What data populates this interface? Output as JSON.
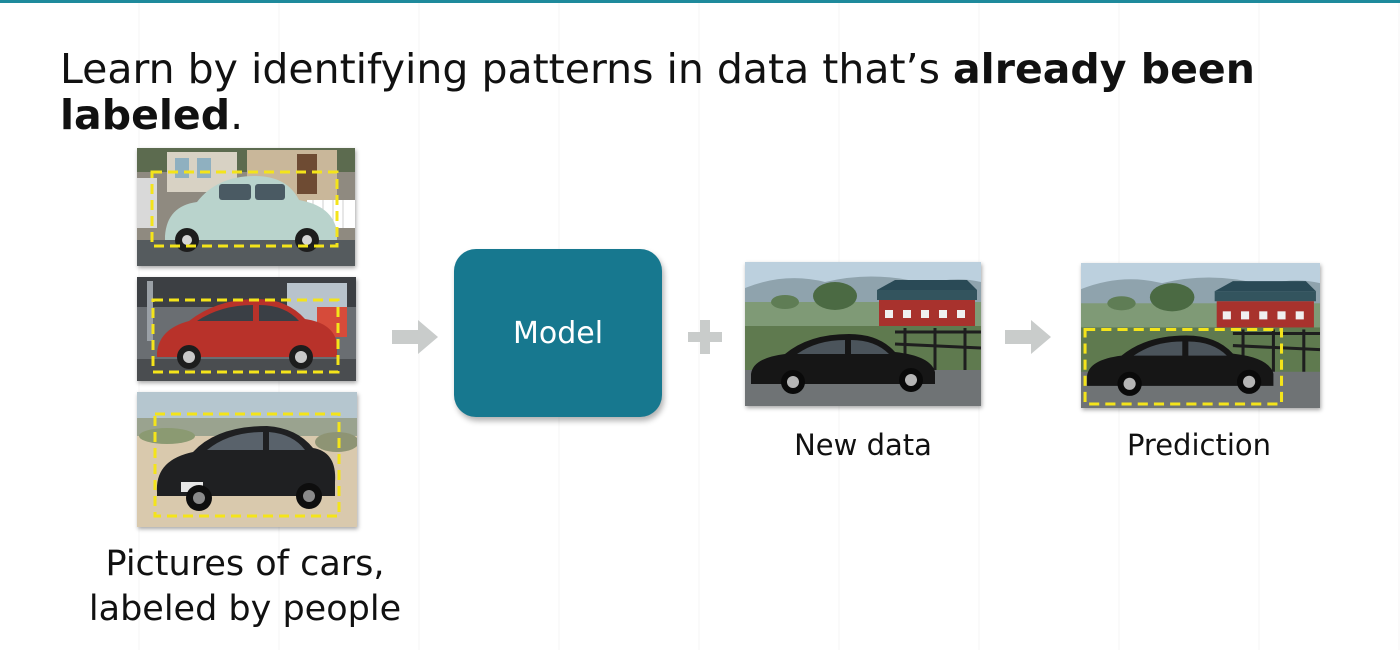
{
  "headline": {
    "text_plain": "Learn by identifying patterns in data that’s",
    "text_bold": "already been labeled",
    "text_end": "."
  },
  "training": {
    "caption_line1": "Pictures of cars,",
    "caption_line2": "labeled by people",
    "images": [
      {
        "subject": "vintage beetle car",
        "body_color": "#b9d3cc"
      },
      {
        "subject": "red suv",
        "body_color": "#b8322a"
      },
      {
        "subject": "black muscle car",
        "body_color": "#1f2022"
      }
    ]
  },
  "model": {
    "label": "Model"
  },
  "new_data": {
    "caption": "New data"
  },
  "prediction": {
    "caption": "Prediction"
  },
  "colors": {
    "accent": "#17788f",
    "label_box": "#f4e41a",
    "arrow": "#c9cccb",
    "top_rule": "#1e8a9c"
  },
  "icons": [
    "right-arrow-icon",
    "plus-icon"
  ]
}
